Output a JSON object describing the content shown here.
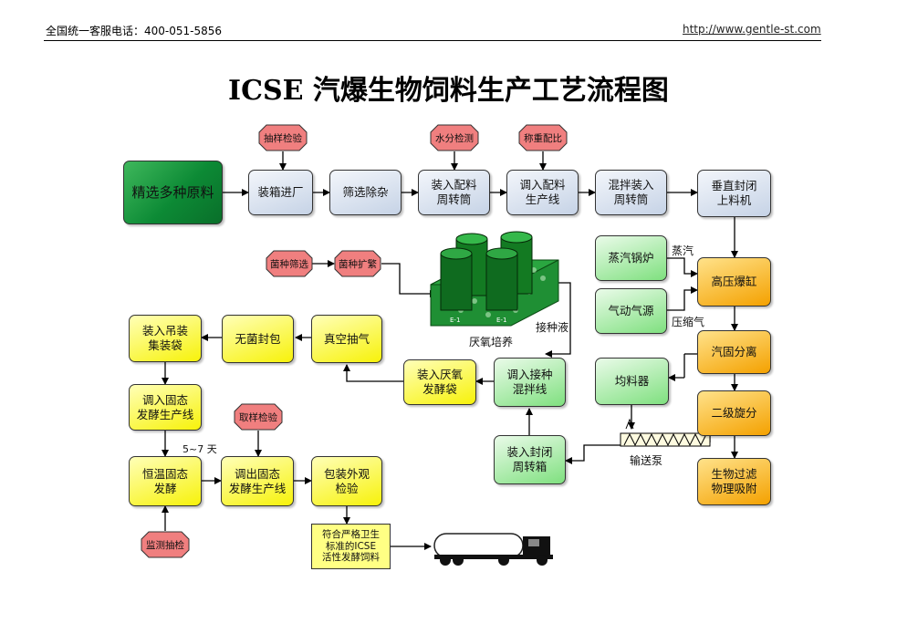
{
  "header": {
    "hotline": "全国统一客服电话：400-051-5856",
    "website": "http://www.gentle-st.com"
  },
  "title": "ICSE 汽爆生物饲料生产工艺流程图",
  "nodes": {
    "raw_material": "精选多种原料",
    "boxing_entry": "装箱进厂",
    "screening": "筛选除杂",
    "load_mix": "装入配料\n周转筒",
    "transfer_mix": "调入配料\n生产线",
    "mix_load": "混拌装入\n周转筒",
    "vertical_seal": "垂直封闭\n上料机",
    "steam_boiler": "蒸汽锅炉",
    "air_source": "气动气源",
    "hp_cylinder": "高压爆缸",
    "vapor_solid_sep": "汽固分离",
    "homogenizer": "均料器",
    "secondary_cyclone": "二级旋分",
    "bio_filter": "生物过滤\n物理吸附",
    "sealed_box": "装入封闭\n周转箱",
    "inoc_mix": "调入接种\n混拌线",
    "anaerobic_bag": "装入厌氧\n发酵袋",
    "vacuum": "真空抽气",
    "sterile_seal": "无菌封包",
    "hang_bag": "装入吊装\n集装袋",
    "solid_ferm_in": "调入固态\n发酵生产线",
    "constant_temp": "恒温固态\n发酵",
    "solid_ferm_out": "调出固态\n发酵生产线",
    "package_check": "包装外观\n检验",
    "final_product": "符合严格卫生\n标准的ICSE\n活性发酵饲料"
  },
  "checks": {
    "sampling": "抽样检验",
    "moisture": "水分检测",
    "weighing": "称重配比",
    "strain_select": "菌种筛选",
    "strain_expand": "菌种扩繁",
    "taking_sample": "取样检验",
    "monitor_sample": "监测抽检"
  },
  "labels": {
    "steam": "蒸汽",
    "compressed_air": "压缩气",
    "inoculum": "接种液",
    "anaerobic_culture": "厌氧培养",
    "days": "5~7 天",
    "conveyor_pump": "输送泵",
    "tank_mark_1": "E-1",
    "tank_mark_2": "E-1"
  },
  "colors": {
    "check_fill": "#f07f7f",
    "box_border": "#333333",
    "tank_green": "#0f6b1f"
  }
}
